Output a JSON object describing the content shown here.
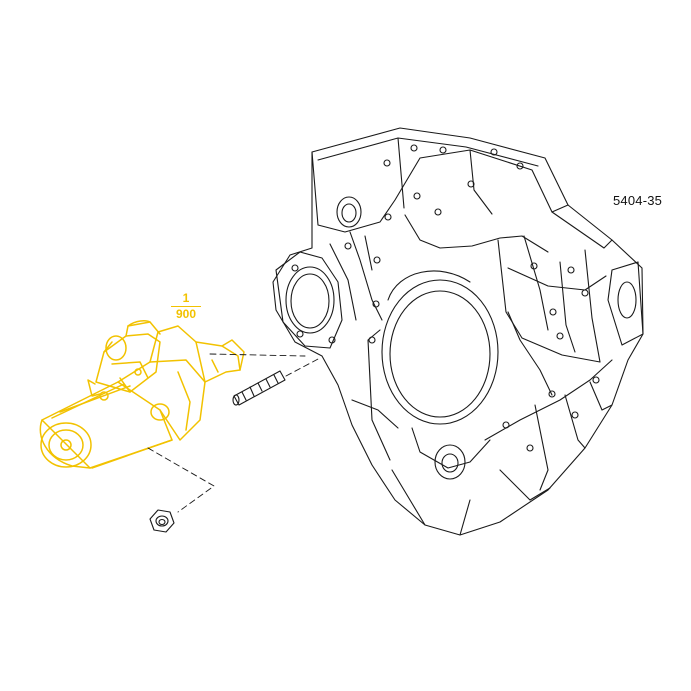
{
  "figure": {
    "reference_code": "5404-35"
  },
  "callout": {
    "numerator": "1",
    "denominator": "900"
  },
  "colors": {
    "highlight": "#f2c200",
    "line": "#1a1a1a",
    "background": "#ffffff"
  }
}
